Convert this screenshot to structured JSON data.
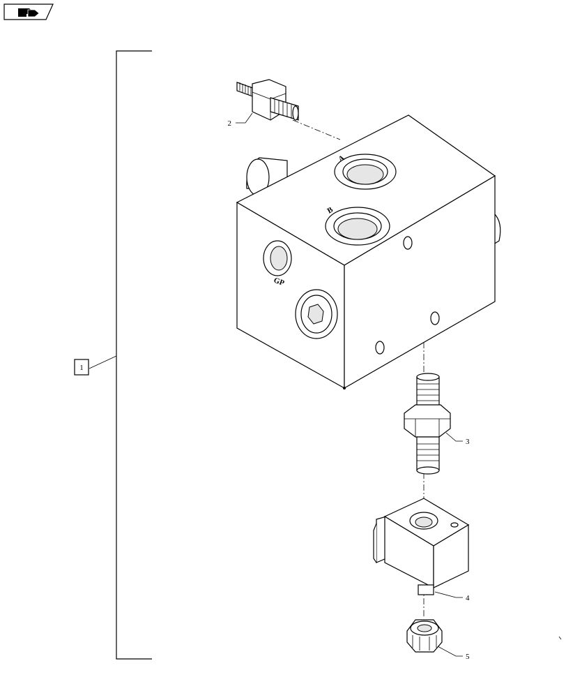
{
  "diagram": {
    "callouts": {
      "assembly": "1",
      "part_2": "2",
      "part_3": "3",
      "part_4": "4",
      "part_5": "5"
    },
    "port_labels": {
      "port_a": "A",
      "port_b": "B",
      "port_gp": "GP"
    }
  }
}
